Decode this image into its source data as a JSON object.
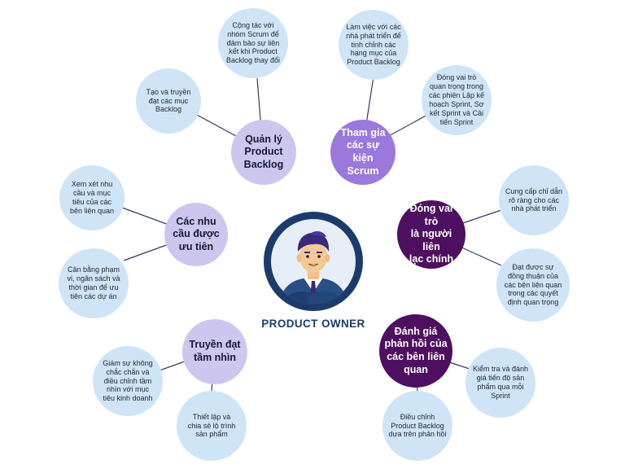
{
  "center": {
    "title": "PRODUCT OWNER",
    "avatar": "businessman-avatar-icon"
  },
  "colors": {
    "link": "#2f3e66",
    "sub": "#cfe4f7",
    "hub_light": "#cdc6ef",
    "hub_mid": "#9b78dc",
    "hub_dark": "#4e0f60",
    "title": "#1b3c6b"
  },
  "hubs": [
    {
      "key": "quan-ly",
      "label": "Quản lý\nProduct\nBacklog"
    },
    {
      "key": "tham-gia",
      "label": "Tham gia\ncác sự kiện\nScrum"
    },
    {
      "key": "nhu-cau",
      "label": "Các nhu\ncầu được\nưu tiên"
    },
    {
      "key": "lien-lac",
      "label": "Đóng vai trò\nlà người liên\nlạc chính"
    },
    {
      "key": "tam-nhin",
      "label": "Truyền đạt\ntầm nhìn"
    },
    {
      "key": "danh-gia",
      "label": "Đánh giá\nphản hồi của\ncác bên liên\nquan"
    }
  ],
  "subs": [
    {
      "key": "s1",
      "label": "Cộng tác với\nnhóm Scrum để\nđảm bảo sự liên\nkết khi Product\nBacklog thay đổi"
    },
    {
      "key": "s2",
      "label": "Tạo và truyền\nđạt các mục\nBacklog"
    },
    {
      "key": "s3",
      "label": "Làm việc với các\nnhà phát triển để\ntinh chỉnh các\nhạng mục của\nProduct Backlog"
    },
    {
      "key": "s4",
      "label": "Đóng vai trò\nquan trọng trong\ncác phiên Lập kế\nhoạch Sprint, Sơ\nkết Sprint và Cải\ntiến Sprint"
    },
    {
      "key": "s5",
      "label": "Xem xét nhu\ncầu và mục\ntiêu của các\nbên liên quan"
    },
    {
      "key": "s6",
      "label": "Cân bằng phạm\nvi, ngân sách và\nthời gian để ưu\ntiên các dự án"
    },
    {
      "key": "s7",
      "label": "Cung cấp chỉ dẫn\nrõ ràng cho các\nnhà phát triển"
    },
    {
      "key": "s8",
      "label": "Đạt được sự\nđồng thuận của\ncác bên liên quan\ntrong các quyết\nđịnh quan trọng"
    },
    {
      "key": "s9",
      "label": "Giám sự không\nchắc chắn và\nđiều chỉnh tầm\nnhìn với mục\ntiêu kinh doanh"
    },
    {
      "key": "s10",
      "label": "Thiết lập và\nchia sẻ lộ trình\nsản phẩm"
    },
    {
      "key": "s11",
      "label": "Kiểm tra và đánh\ngiá tiến độ sản\nphẩm qua mỗi\nSprint"
    },
    {
      "key": "s12",
      "label": "Điều chỉnh\nProduct Backlog\ndựa trên phản hồi"
    }
  ]
}
